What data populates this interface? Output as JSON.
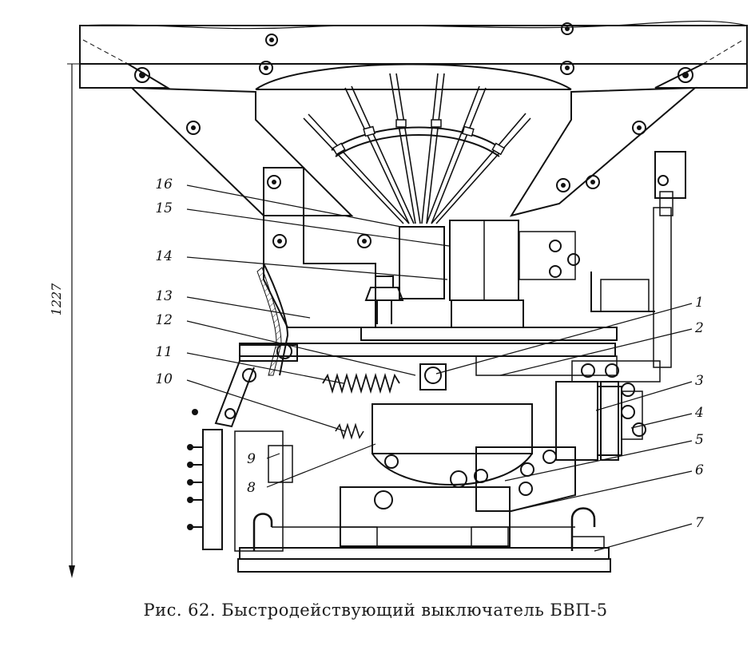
{
  "caption": "Рис. 62. Быстродействующий выключатель БВП-5",
  "dimension": "1227",
  "callouts": [
    "16",
    "15",
    "14",
    "13",
    "12",
    "11",
    "10",
    "9",
    "8",
    "1",
    "2",
    "3",
    "4",
    "5",
    "6",
    "7"
  ]
}
